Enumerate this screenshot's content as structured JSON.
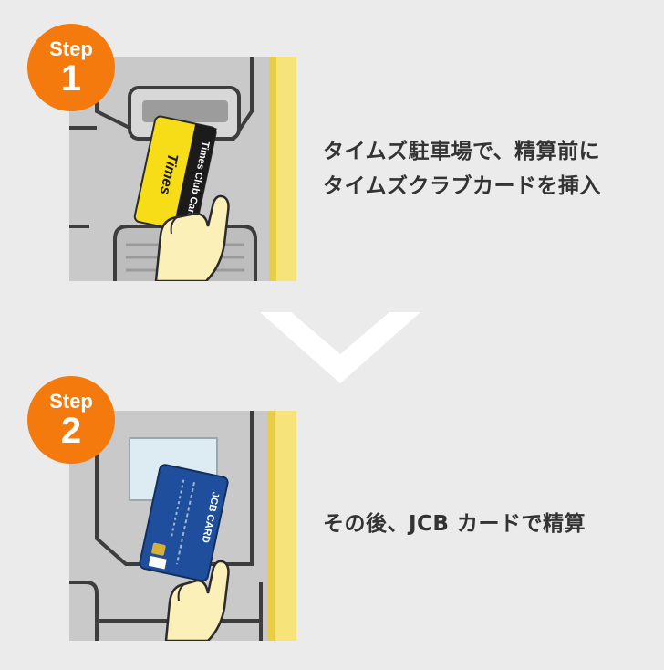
{
  "steps": [
    {
      "badge_label": "Step",
      "badge_number": "1",
      "card_text": "Times Club Card",
      "card_brand": "Times",
      "description_lines": [
        "タイムズ駐車場で、精算前に",
        "タイムズクラブカードを挿入"
      ]
    },
    {
      "badge_label": "Step",
      "badge_number": "2",
      "card_text": "JCB CARD",
      "description_lines": [
        "その後、JCB カードで精算"
      ]
    }
  ],
  "colors": {
    "badge": "#f47a0e",
    "background": "#ebebeb",
    "times_card": "#f6dd17",
    "jcb_card": "#1f4f9c",
    "stripe": "#f6e47a"
  },
  "icons": [
    "chevron-down-icon"
  ]
}
